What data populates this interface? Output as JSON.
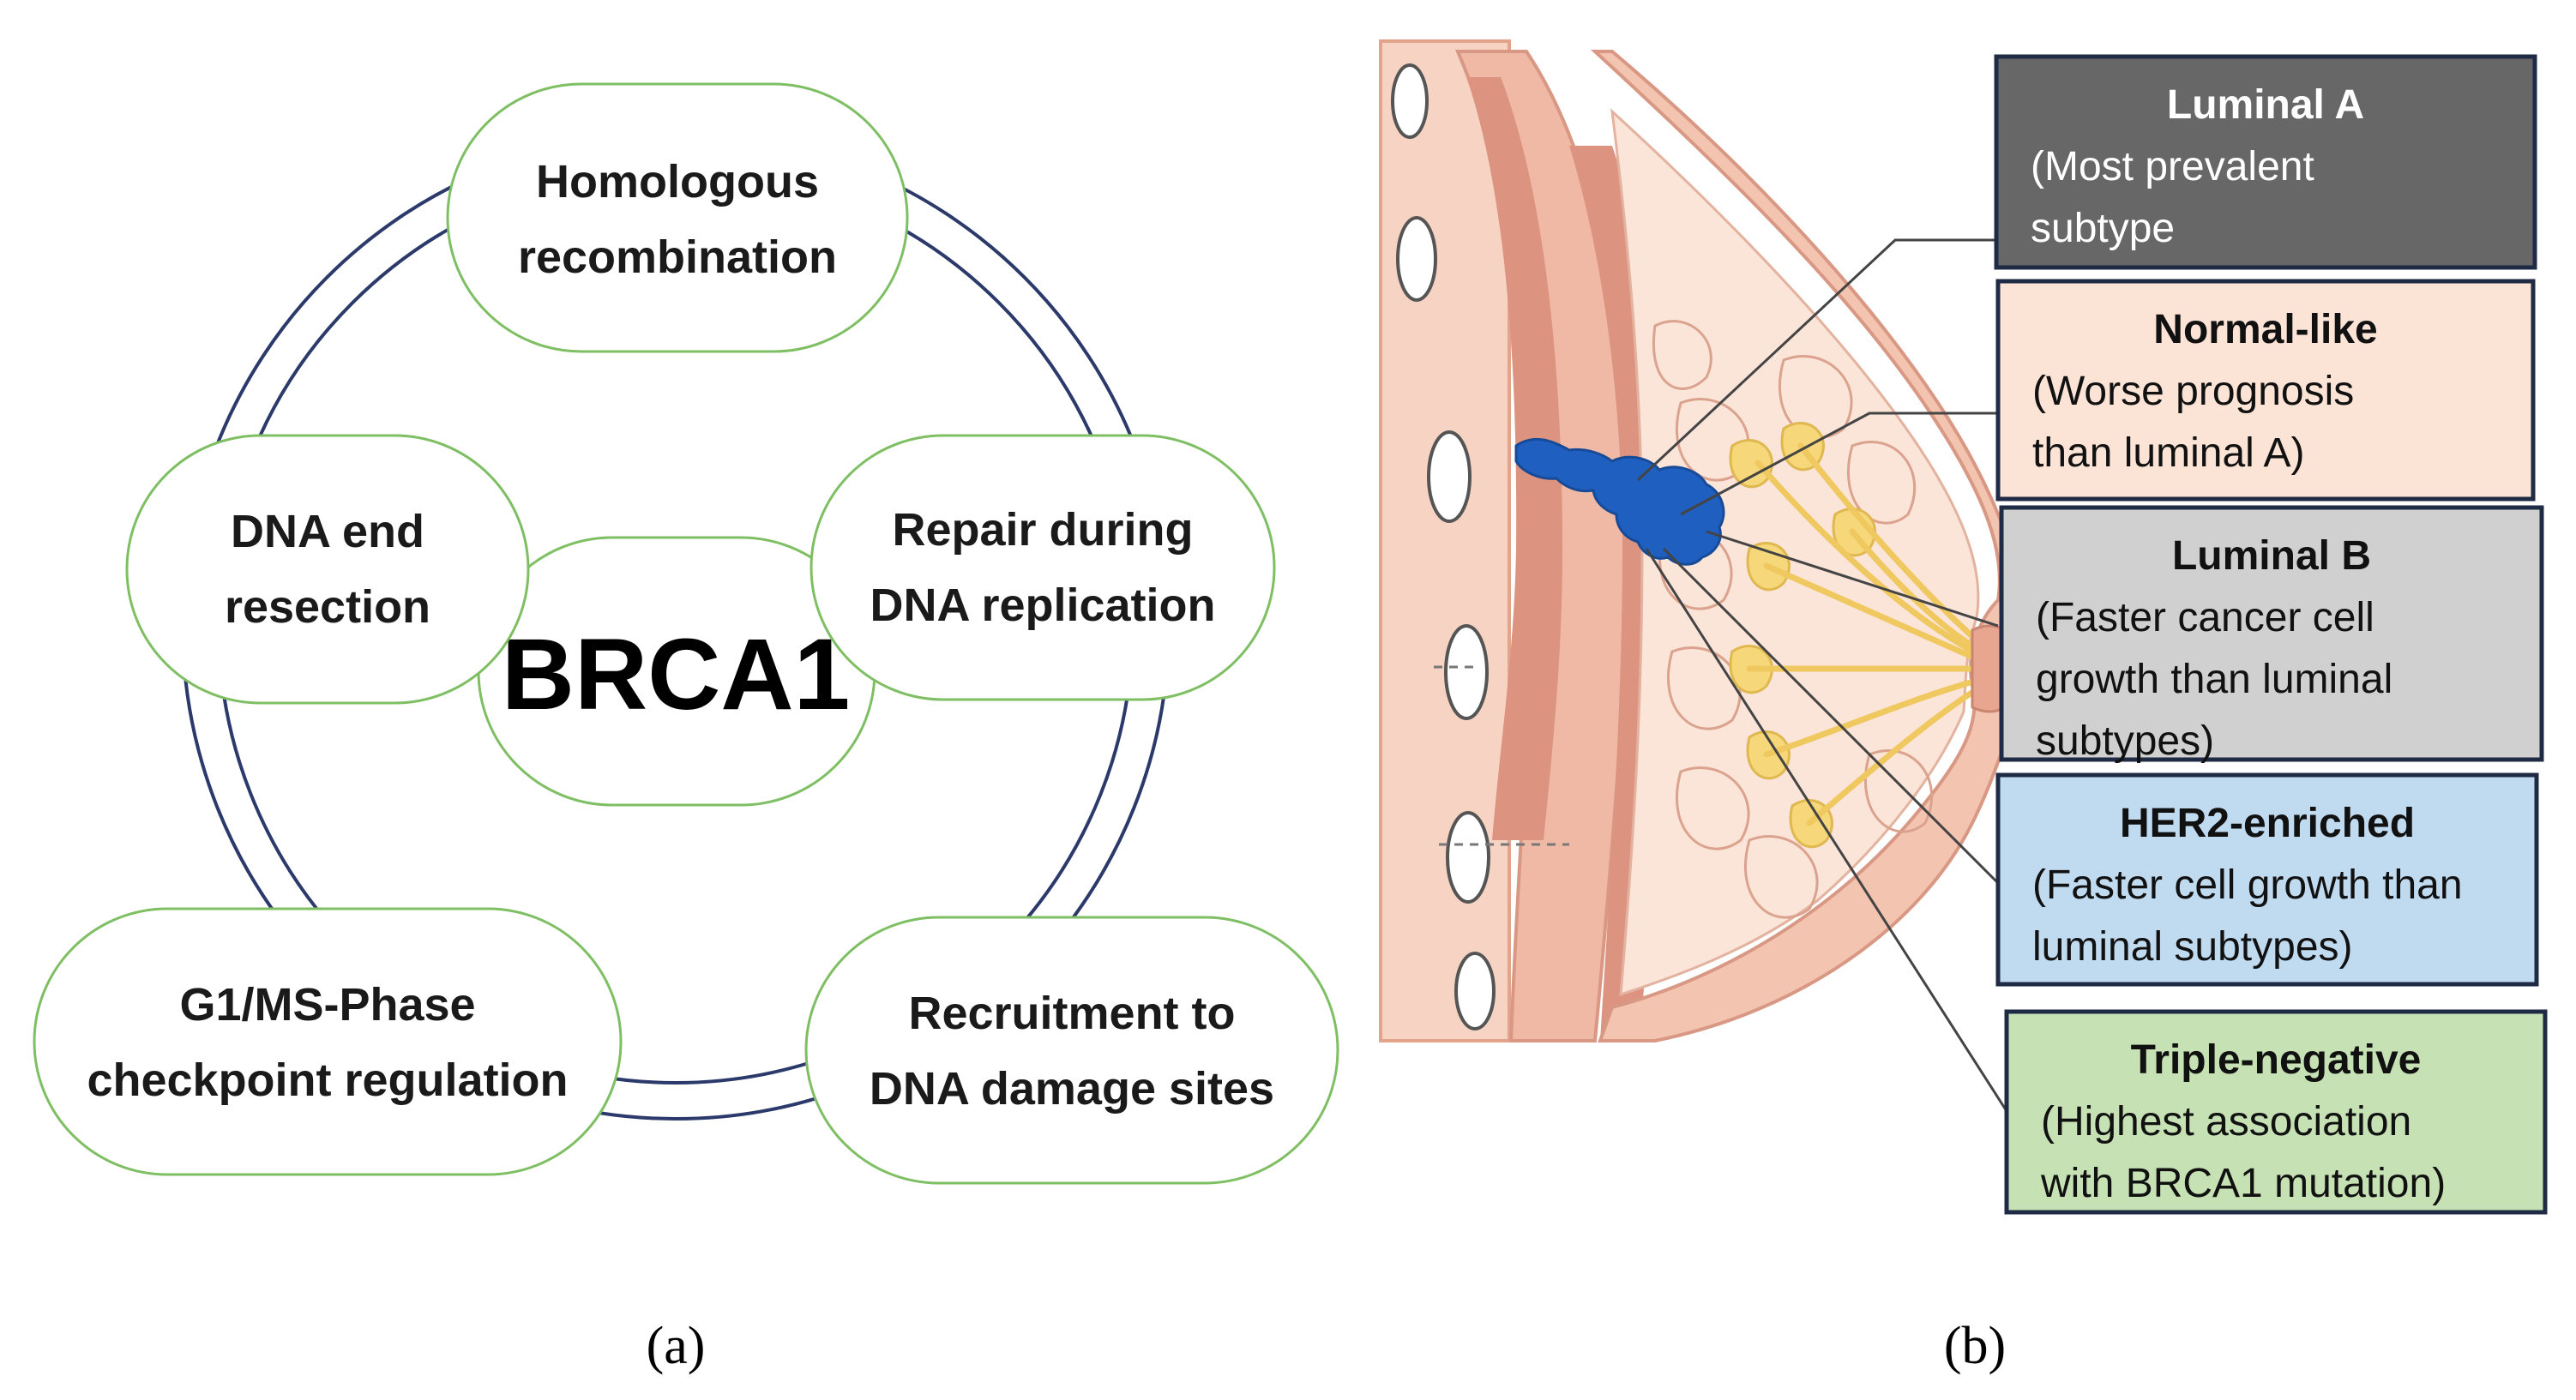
{
  "panel_a": {
    "center": "BRCA1",
    "nodes": [
      {
        "id": "homologous",
        "lines": [
          "Homologous",
          "recombination"
        ]
      },
      {
        "id": "replication",
        "lines": [
          "Repair during",
          "DNA replication"
        ]
      },
      {
        "id": "recruitment",
        "lines": [
          "Recruitment to",
          "DNA damage sites"
        ]
      },
      {
        "id": "checkpoint",
        "lines": [
          "G1/MS-Phase",
          "checkpoint regulation"
        ]
      },
      {
        "id": "resection",
        "lines": [
          "DNA end",
          "resection"
        ]
      }
    ],
    "label": "(a)"
  },
  "panel_b": {
    "subtypes": [
      {
        "title": "Luminal A",
        "lines": [
          "(Most prevalent",
          "subtype"
        ],
        "fill": "#676767",
        "text_color": "#ffffff"
      },
      {
        "title": "Normal-like",
        "lines": [
          "(Worse prognosis",
          "than luminal A)"
        ],
        "fill": "#fbe3d6",
        "text_color": "#111111"
      },
      {
        "title": "Luminal B",
        "lines": [
          "(Faster cancer cell",
          "growth than luminal",
          "subtypes)"
        ],
        "fill": "#d0d0d0",
        "text_color": "#111111"
      },
      {
        "title": "HER2-enriched",
        "lines": [
          "(Faster cell growth than",
          "luminal subtypes)"
        ],
        "fill": "#c0daf0",
        "text_color": "#111111"
      },
      {
        "title": "Triple-negative",
        "lines": [
          "(Highest association",
          "with BRCA1 mutation)"
        ],
        "fill": "#c6e2b4",
        "text_color": "#111111"
      }
    ],
    "label": "(b)",
    "colors": {
      "tumor": "#1f5fbf",
      "skin": "#f1b8a2",
      "muscle": "#dc9480",
      "glands": "#f6d77a"
    }
  }
}
